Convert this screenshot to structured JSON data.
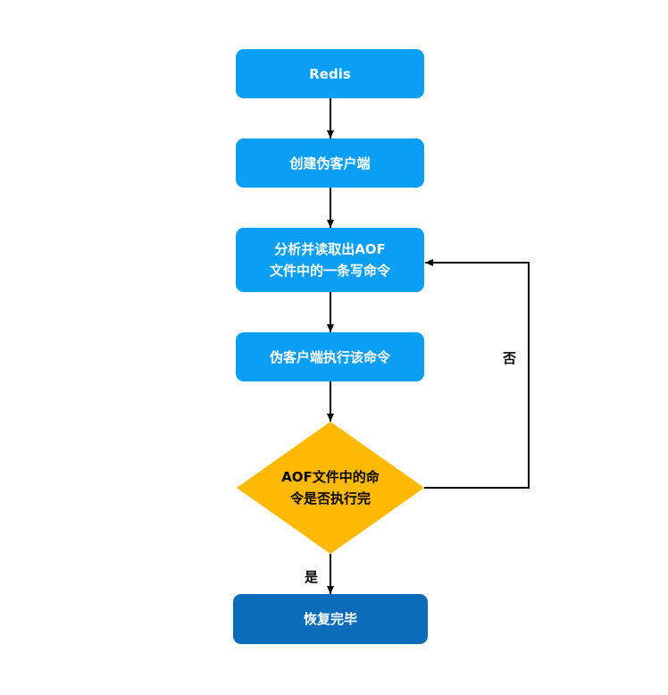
{
  "nodes": {
    "redis": "Redis",
    "create_client": "创建伪客户端",
    "read_command": "分析并读取出AOF\n文件中的一条写命令",
    "execute": "伪客户端执行该命令",
    "decision": "AOF文件中的命\n令是否执行完",
    "done": "恢复完毕"
  },
  "edges": {
    "no_label": "否",
    "yes_label": "是"
  },
  "colors": {
    "process": "#0a9ef5",
    "decision": "#ffba00",
    "terminal": "#0b6cbc",
    "line": "#000000"
  }
}
